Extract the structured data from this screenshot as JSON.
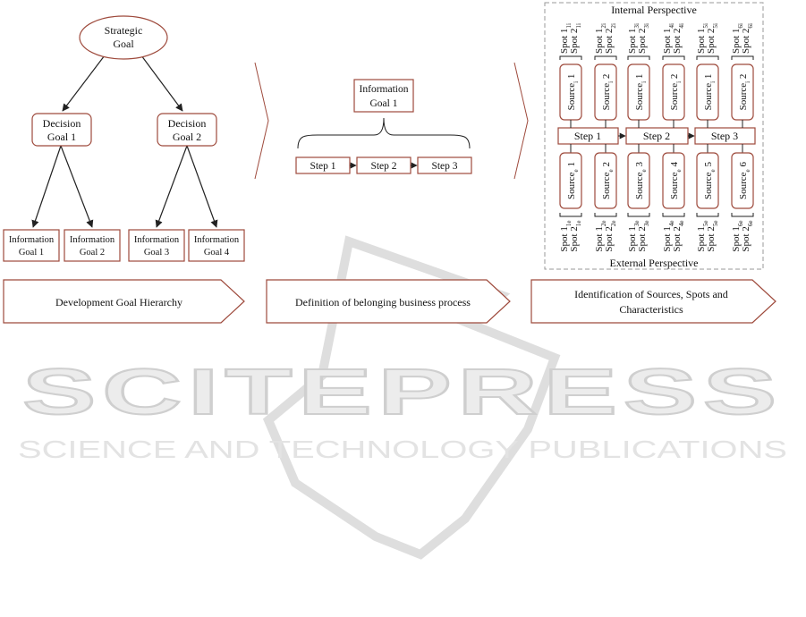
{
  "colors": {
    "box_stroke": "#9e4a3c",
    "arrow": "#222222",
    "watermark": "#d2d2d2",
    "dashed": "#9a9a9a"
  },
  "hierarchy": {
    "strategic_goal": [
      "Strategic",
      "Goal"
    ],
    "decision_goals": [
      [
        "Decision",
        "Goal 1"
      ],
      [
        "Decision",
        "Goal 2"
      ]
    ],
    "information_goals": [
      [
        "Information",
        "Goal 1"
      ],
      [
        "Information",
        "Goal 2"
      ],
      [
        "Information",
        "Goal 3"
      ],
      [
        "Information",
        "Goal 4"
      ]
    ]
  },
  "process": {
    "information_goal": [
      "Information",
      "Goal 1"
    ],
    "steps": [
      "Step 1",
      "Step 2",
      "Step 3"
    ]
  },
  "sources_panel": {
    "internal_label": "Internal Perspective",
    "external_label": "External Perspective",
    "steps": [
      "Step 1",
      "Step 2",
      "Step 3"
    ],
    "internal_spots": [
      {
        "a": "Spot 1",
        "a_sub": "1i",
        "b": "Spot 2",
        "b_sub": "1i"
      },
      {
        "a": "Spot 1",
        "a_sub": "2i",
        "b": "Spot 2",
        "b_sub": "2i"
      },
      {
        "a": "Spot 1",
        "a_sub": "3i",
        "b": "Spot 2",
        "b_sub": "3i"
      },
      {
        "a": "Spot 1",
        "a_sub": "4i",
        "b": "Spot 2",
        "b_sub": "4i"
      },
      {
        "a": "Spot 1",
        "a_sub": "5i",
        "b": "Spot 2",
        "b_sub": "5i"
      },
      {
        "a": "Spot 1",
        "a_sub": "6i",
        "b": "Spot 2",
        "b_sub": "6i"
      }
    ],
    "internal_sources": [
      {
        "name": "Source",
        "sub": "i",
        "num": "1"
      },
      {
        "name": "Source",
        "sub": "i",
        "num": "2"
      },
      {
        "name": "Source",
        "sub": "i",
        "num": "1"
      },
      {
        "name": "Source",
        "sub": "i",
        "num": "2"
      },
      {
        "name": "Source",
        "sub": "i",
        "num": "1"
      },
      {
        "name": "Source",
        "sub": "i",
        "num": "2"
      }
    ],
    "external_sources": [
      {
        "name": "Source",
        "sub": "e",
        "num": "1"
      },
      {
        "name": "Source",
        "sub": "e",
        "num": "2"
      },
      {
        "name": "Source",
        "sub": "e",
        "num": "3"
      },
      {
        "name": "Source",
        "sub": "e",
        "num": "4"
      },
      {
        "name": "Source",
        "sub": "e",
        "num": "5"
      },
      {
        "name": "Source",
        "sub": "e",
        "num": "6"
      }
    ],
    "external_spots": [
      {
        "a": "Spot 1",
        "a_sub": "1e",
        "b": "Spot 2",
        "b_sub": "1e"
      },
      {
        "a": "Spot 1",
        "a_sub": "2e",
        "b": "Spot 2",
        "b_sub": "2e"
      },
      {
        "a": "Spot 1",
        "a_sub": "3e",
        "b": "Spot 2",
        "b_sub": "3e"
      },
      {
        "a": "Spot 1",
        "a_sub": "4e",
        "b": "Spot 2",
        "b_sub": "4e"
      },
      {
        "a": "Spot 1",
        "a_sub": "5e",
        "b": "Spot 2",
        "b_sub": "5e"
      },
      {
        "a": "Spot 1",
        "a_sub": "6e",
        "b": "Spot 2",
        "b_sub": "6e"
      }
    ]
  },
  "phase_labels": [
    [
      "Development Goal Hierarchy"
    ],
    [
      "Definition of belonging business process"
    ],
    [
      "Identification of Sources, Spots and",
      "Characteristics"
    ]
  ],
  "watermark": {
    "title": "SCITEPRESS",
    "subtitle": "SCIENCE AND TECHNOLOGY PUBLICATIONS"
  }
}
